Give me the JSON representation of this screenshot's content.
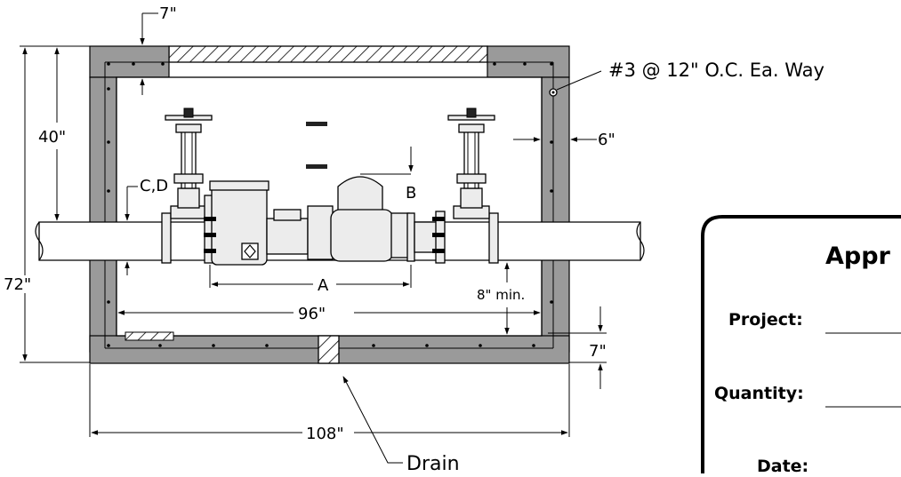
{
  "dimensions": {
    "wall_thickness_top": "7\"",
    "depth_to_pipe": "40\"",
    "outer_height": "72\"",
    "rebar_note": "#3 @ 12\" O.C. Ea. Way",
    "side_clearance": "6\"",
    "valve_clearance_cd": "C,D",
    "valve_clearance_b": "B",
    "assembly_length": "A",
    "min_clearance": "8\" min.",
    "inner_width": "96\"",
    "floor_thickness": "7\"",
    "outer_width": "108\"",
    "drain_label": "Drain"
  },
  "approval_box": {
    "title": "Appr",
    "project_label": "Project:",
    "quantity_label": "Quantity:",
    "date_label": "Date:"
  }
}
